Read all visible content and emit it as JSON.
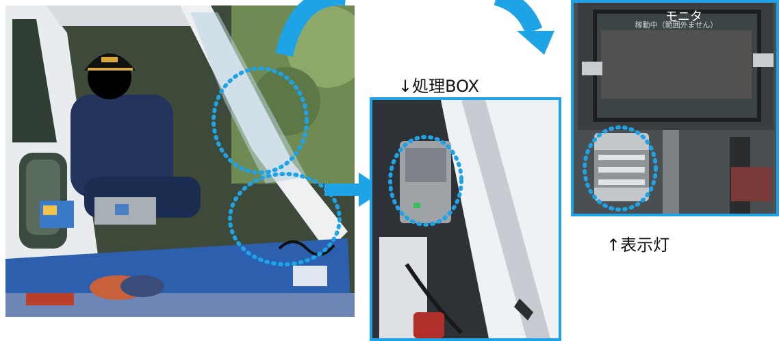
{
  "labels": {
    "box": "↓処理BOX",
    "monitor": "モニタ",
    "lamp": "↑表示灯"
  },
  "screen_text": "稼動中（範囲外ません）",
  "colors": {
    "accent": "#1ea3e6",
    "crane_white": "#f2f3f5",
    "crane_blue": "#2c5fae"
  }
}
